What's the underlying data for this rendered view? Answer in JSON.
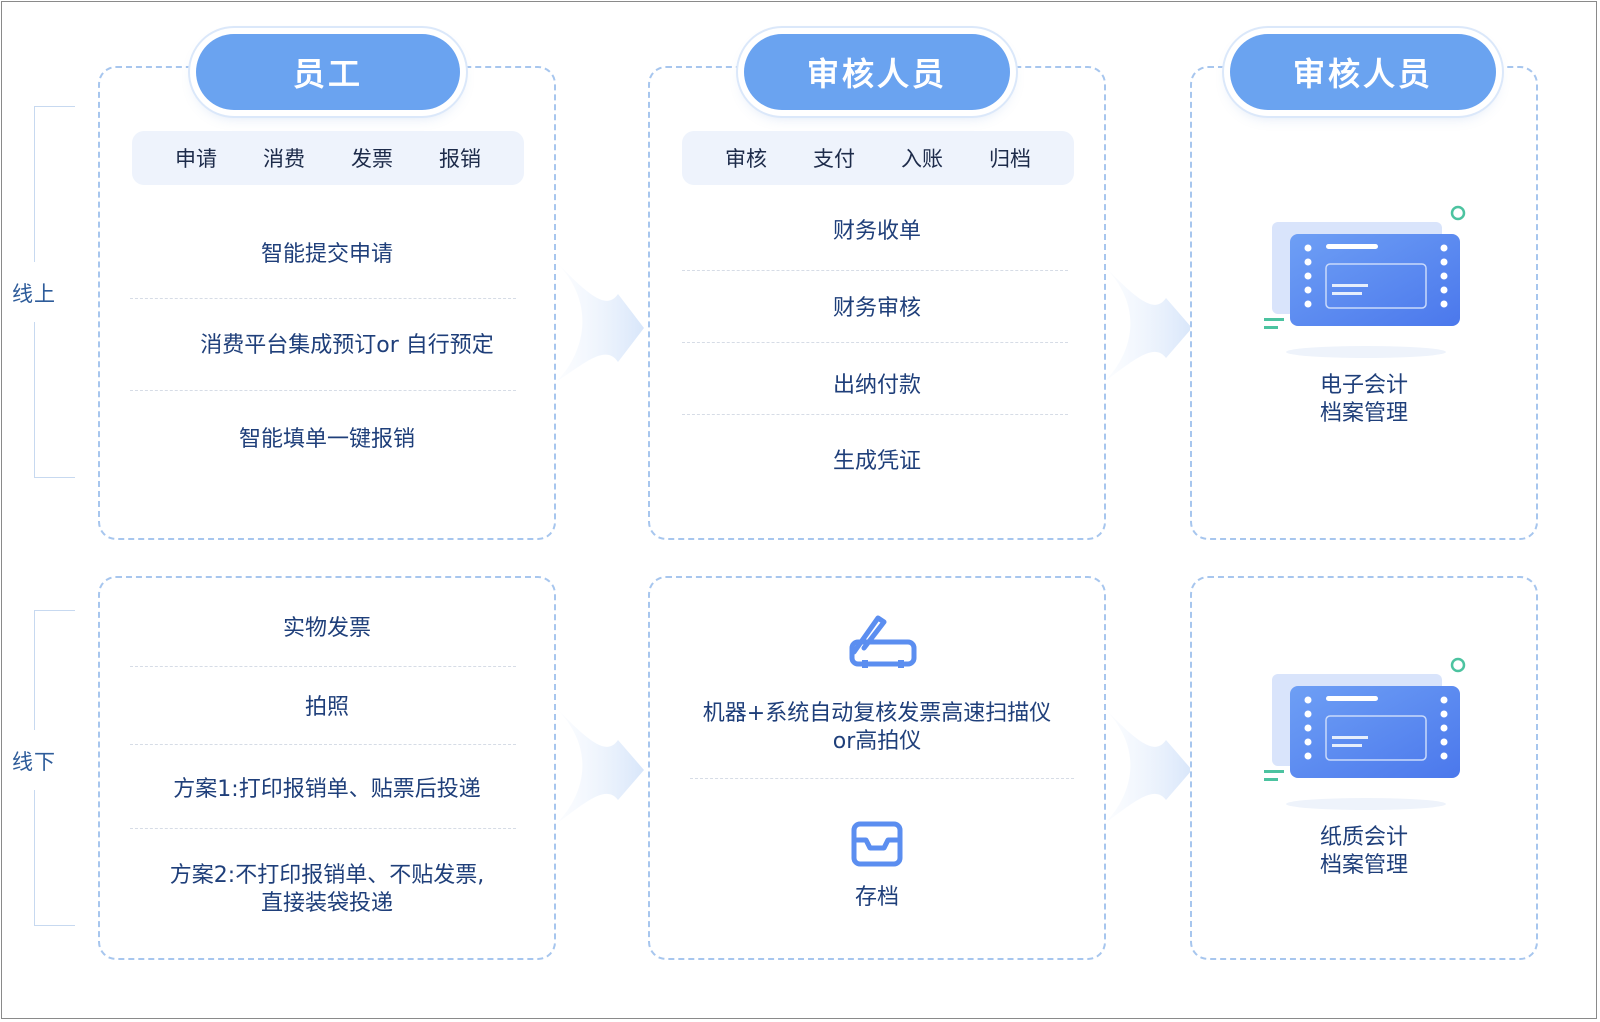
{
  "rows": {
    "online_label": "线上",
    "offline_label": "线下"
  },
  "headers": {
    "employee": "员工",
    "reviewer_mid": "审核人员",
    "reviewer_right": "审核人员"
  },
  "employee_tabs": [
    "申请",
    "消费",
    "发票",
    "报销"
  ],
  "reviewer_tabs": [
    "审核",
    "支付",
    "入账",
    "归档"
  ],
  "online_employee_items": [
    "智能提交申请",
    "消费平台集成预订or 自行预定",
    "智能填单一键报销"
  ],
  "online_reviewer_items": [
    "财务收单",
    "财务审核",
    "出纳付款",
    "生成凭证"
  ],
  "online_archive": {
    "line1": "电子会计",
    "line2": "档案管理"
  },
  "offline_employee_items": [
    "实物发票",
    "拍照",
    "方案1:打印报销单、贴票后投递"
  ],
  "offline_employee_plan2": {
    "line1": "方案2:不打印报销单、不贴发票,",
    "line2": "直接装袋投递"
  },
  "offline_reviewer": {
    "scan_line1": "机器+系统自动复核发票高速扫描仪",
    "scan_line2": "or高拍仪",
    "store": "存档"
  },
  "offline_archive": {
    "line1": "纸质会计",
    "line2": "档案管理"
  },
  "colors": {
    "pill": "#6aa3f0",
    "card_border": "#a7c6ee",
    "text": "#1f3f7a",
    "icon_blue": "#5b8ef0",
    "accent_green": "#4cc3a0"
  }
}
